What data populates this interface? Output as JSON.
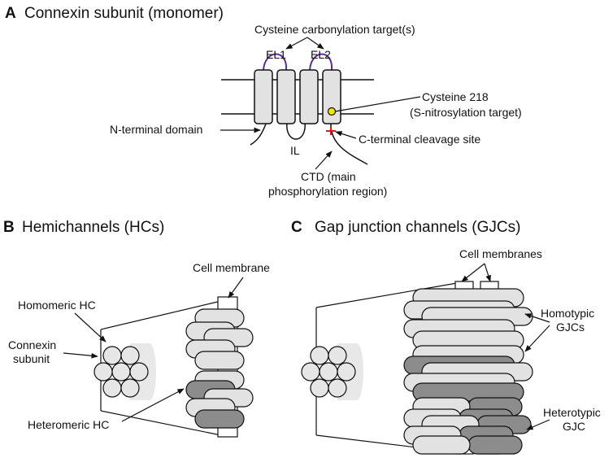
{
  "panel_a": {
    "letter": "A",
    "title": "Connexin subunit (monomer)",
    "labels": {
      "carbonylation": "Cysteine carbonylation target(s)",
      "el1": "EL1",
      "el2": "EL2",
      "cys218_line1": "Cysteine 218",
      "cys218_line2": "(S-nitrosylation target)",
      "n_terminal": "N-terminal domain",
      "il": "IL",
      "cleavage": "C-terminal cleavage site",
      "ctd_line1": "CTD (main",
      "ctd_line2": "phosphorylation region)"
    }
  },
  "panel_b": {
    "letter": "B",
    "title": "Hemichannels (HCs)",
    "labels": {
      "cell_membrane": "Cell membrane",
      "homomeric": "Homomeric HC",
      "connexin_line1": "Connexin",
      "connexin_line2": "subunit",
      "heteromeric": "Heteromeric HC"
    }
  },
  "panel_c": {
    "letter": "C",
    "title": "Gap junction channels (GJCs)",
    "labels": {
      "cell_membranes": "Cell membranes",
      "homotypic_line1": "Homotypic",
      "homotypic_line2": "GJCs",
      "heterotypic_line1": "Heterotypic",
      "heterotypic_line2": "GJC"
    }
  },
  "colors": {
    "light_gray": "#e2e2e2",
    "dark_gray": "#8c8c8c",
    "loop_purple": "#5a2d91",
    "cleavage_red": "#d7191c",
    "cysteine_yellow": "#f2e600"
  }
}
